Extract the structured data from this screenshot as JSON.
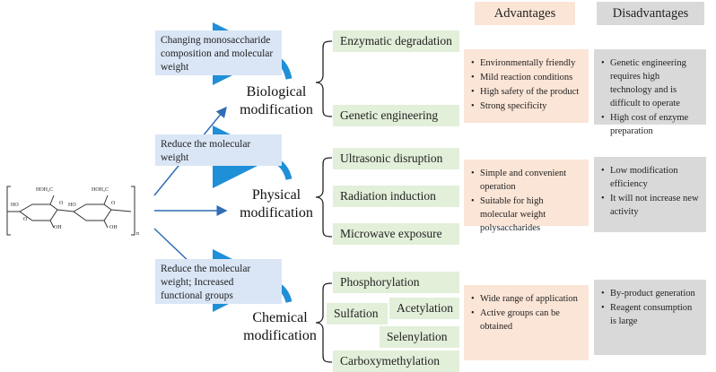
{
  "colors": {
    "advantages_fill": "#fbe5d6",
    "disadvantages_fill": "#d9d9d9",
    "method_fill": "#e2efd9",
    "effect_fill": "#dae6f6",
    "arrow": "#2f6db5",
    "curved_arrow": "#1f8fd8"
  },
  "headers": {
    "advantages": "Advantages",
    "disadvantages": "Disadvantages"
  },
  "structure": {
    "labels": [
      "HOH₂C",
      "HOH₂C",
      "HO",
      "HO",
      "O",
      "O",
      "O",
      "OH",
      "OH",
      "n"
    ]
  },
  "biological": {
    "title_line1": "Biological",
    "title_line2": "modification",
    "effect": "Changing monosaccharide composition and molecular weight",
    "methods": [
      "Enzymatic degradation",
      "Genetic engineering"
    ],
    "advantages": [
      "Environmentally friendly",
      "Mild reaction conditions",
      "High safety of the product",
      "Strong specificity"
    ],
    "disadvantages": [
      "Genetic engineering requires high technology and is difficult to operate",
      "High cost of enzyme preparation"
    ]
  },
  "physical": {
    "title_line1": "Physical",
    "title_line2": "modification",
    "effect": "Reduce the molecular weight",
    "methods": [
      "Ultrasonic disruption",
      "Radiation induction",
      "Microwave exposure"
    ],
    "advantages": [
      "Simple and convenient operation",
      "Suitable for high molecular weight polysaccharides"
    ],
    "disadvantages": [
      "Low modification efficiency",
      "It will not increase new activity"
    ]
  },
  "chemical": {
    "title_line1": "Chemical",
    "title_line2": "modification",
    "effect": "Reduce the molecular weight; Increased functional groups",
    "methods": [
      "Phosphorylation",
      "Sulfation",
      "Acetylation",
      "Selenylation",
      "Carboxymethylation"
    ],
    "advantages": [
      "Wide range of application",
      "Active groups can be obtained"
    ],
    "disadvantages": [
      "By-product generation",
      "Reagent consumption is large"
    ]
  }
}
